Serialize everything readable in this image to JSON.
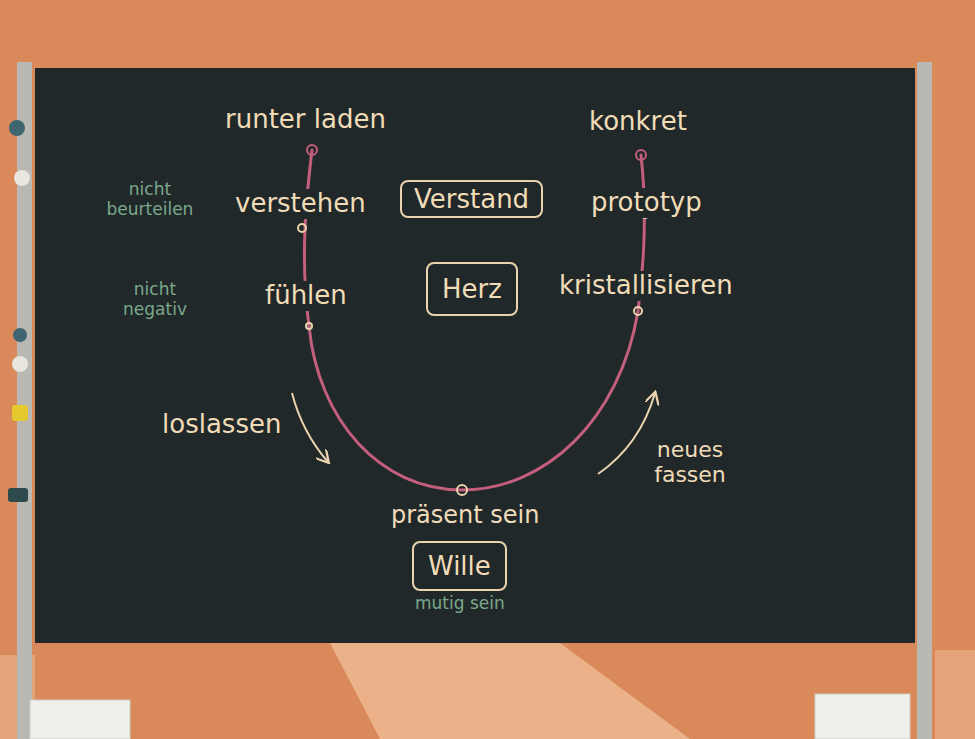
{
  "diagram": {
    "nodes": [
      {
        "text": [
          "Verstand"
        ]
      },
      {
        "text": [
          "Herz"
        ]
      },
      {
        "text": [
          "Wille"
        ]
      }
    ],
    "labels": [
      "runter laden",
      "konkret",
      "nicht beurteilen",
      "verstehen",
      "prototyp",
      "nicht negativ",
      "fühlen",
      "kristallisieren",
      "loslassen",
      "neues fassen",
      "präsent sein",
      "mutig sein"
    ]
  }
}
